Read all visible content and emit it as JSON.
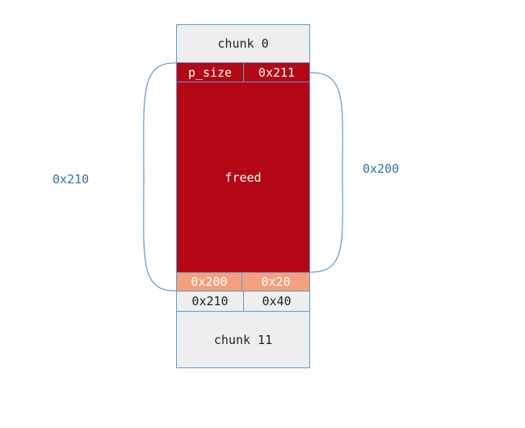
{
  "chunks": {
    "top_label": "chunk 0",
    "bottom_label": "chunk 11"
  },
  "freed_chunk": {
    "header_size_label": "p_size",
    "header_size_value": "0x211",
    "body_label": "freed"
  },
  "next_chunk_header": {
    "prev_size": "0x200",
    "size": "0x20"
  },
  "following_header": {
    "prev_size": "0x210",
    "size": "0x40"
  },
  "annotations": {
    "left_span": "0x210",
    "right_span": "0x200"
  },
  "colors": {
    "freed_fill": "#b40716",
    "header_fill": "#f4a07c",
    "gray_fill": "#eeeeee",
    "border": "#5b9bd5",
    "annotation_text": "#2e74a8"
  }
}
